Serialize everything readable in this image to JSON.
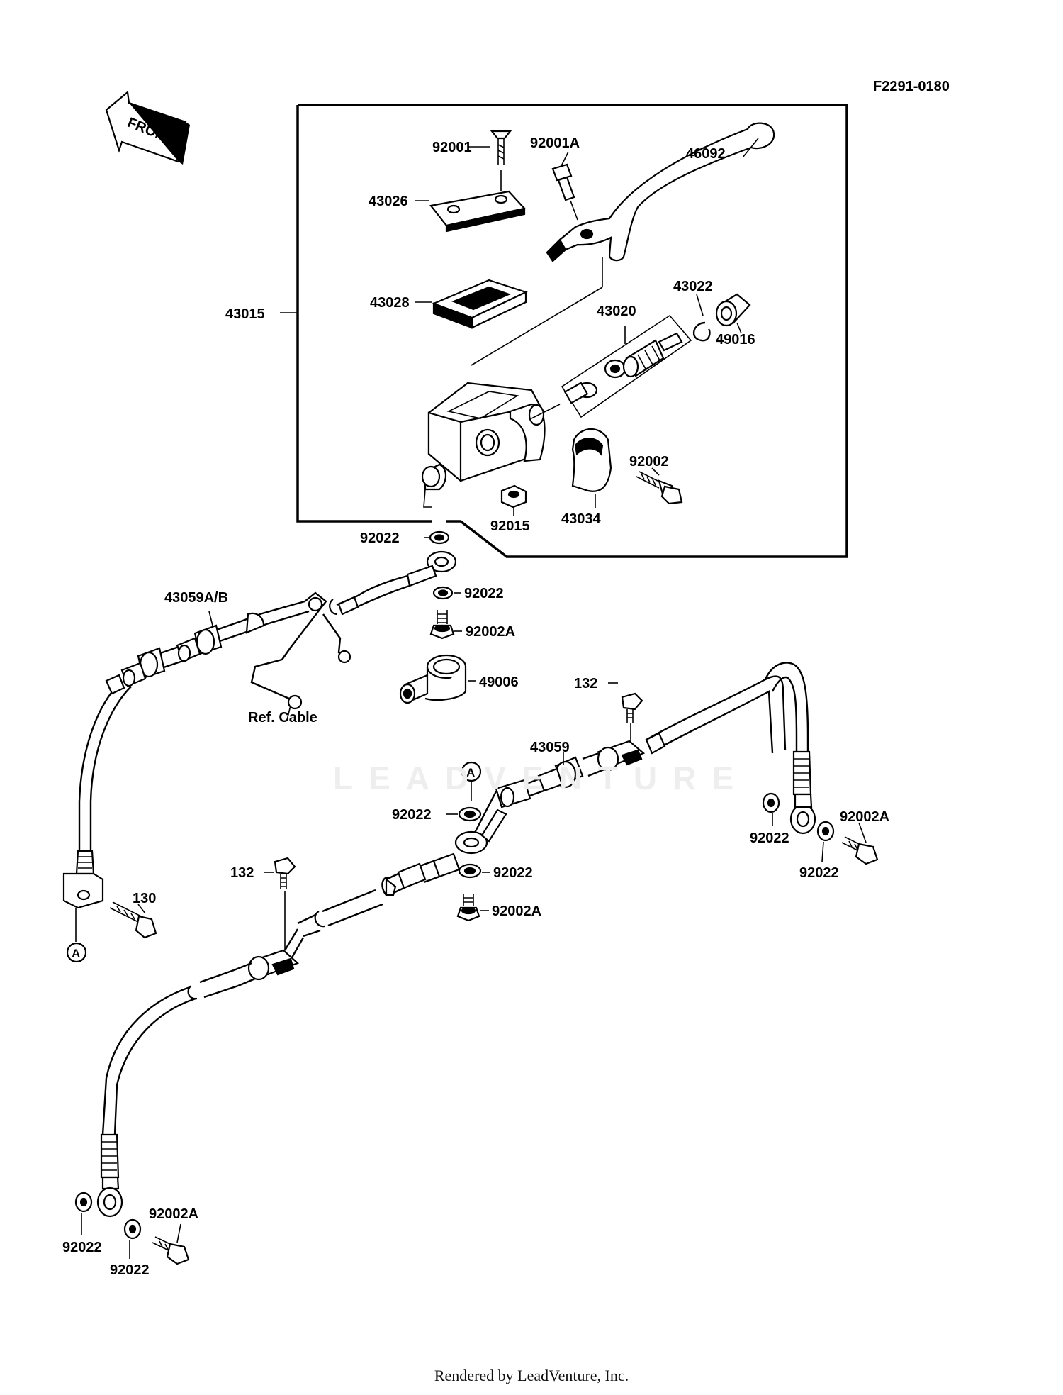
{
  "diagram_id": "F2291-0180",
  "front_label": "FRONT",
  "ref_cable": "Ref. Cable",
  "watermark": "LEADVENTURE",
  "footer": "Rendered by LeadVenture, Inc.",
  "callout_marker": "A",
  "parts": {
    "p92001": "92001",
    "p92001A": "92001A",
    "p46092": "46092",
    "p43026": "43026",
    "p43028": "43028",
    "p43015": "43015",
    "p43022": "43022",
    "p43020": "43020",
    "p49016": "49016",
    "p92002": "92002",
    "p92015": "92015",
    "p43034": "43034",
    "p92022_a": "92022",
    "p92022_b": "92022",
    "p92002A_a": "92002A",
    "p43059AB": "43059A/B",
    "p49006": "49006",
    "p132_a": "132",
    "p43059": "43059",
    "p92022_c": "92022",
    "p92022_d": "92022",
    "p92002A_b": "92002A",
    "p92022_e": "92022",
    "p92002A_c": "92002A",
    "p92022_f": "92022",
    "p132_b": "132",
    "p130": "130",
    "p92002A_d": "92002A",
    "p92022_g": "92022",
    "p92022_h": "92022"
  }
}
